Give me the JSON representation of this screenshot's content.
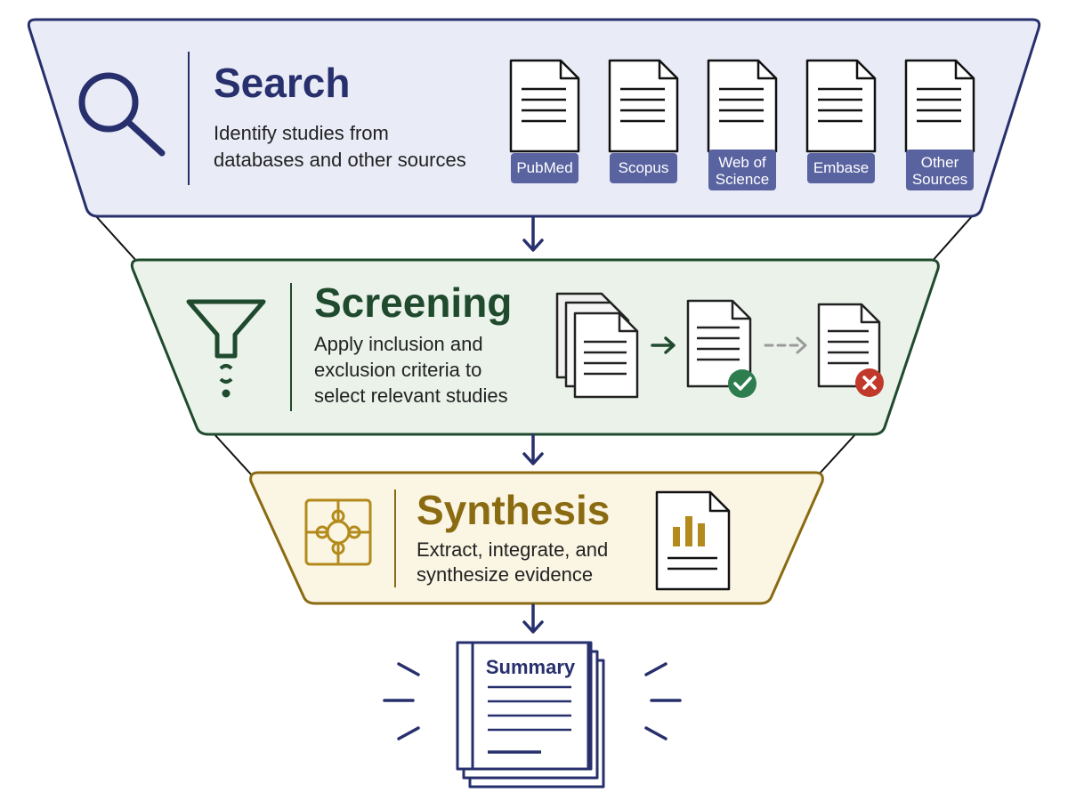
{
  "colors": {
    "search_fill": "#e9ecf6",
    "search_stroke": "#27306d",
    "screening_fill": "#eaf2ea",
    "screening_stroke": "#1f4a2d",
    "synthesis_fill": "#fbf5e3",
    "synthesis_stroke": "#8a6b12",
    "arrow": "#27306d",
    "db_badge": "#5963a0",
    "accept": "#2e7d4f",
    "reject": "#c0392b"
  },
  "stages": {
    "search": {
      "title": "Search",
      "desc_lines": [
        "Identify studies from",
        "databases and other sources"
      ],
      "icon": "magnifier-icon",
      "sources": [
        {
          "lines": [
            "PubMed"
          ]
        },
        {
          "lines": [
            "Scopus"
          ]
        },
        {
          "lines": [
            "Web of",
            "Science"
          ]
        },
        {
          "lines": [
            "Embase"
          ]
        },
        {
          "lines": [
            "Other",
            "Sources"
          ]
        }
      ]
    },
    "screening": {
      "title": "Screening",
      "desc_lines": [
        "Apply inclusion and",
        "exclusion criteria to",
        "select relevant studies"
      ],
      "icon": "funnel-icon",
      "included_icon": "check-icon",
      "excluded_icon": "cross-icon"
    },
    "synthesis": {
      "title": "Synthesis",
      "desc_lines": [
        "Extract, integrate, and",
        "synthesize evidence"
      ],
      "icon": "puzzle-icon",
      "report_icon": "bar-chart-document-icon"
    }
  },
  "summary": {
    "label": "Summary",
    "icon": "summary-document-icon"
  }
}
